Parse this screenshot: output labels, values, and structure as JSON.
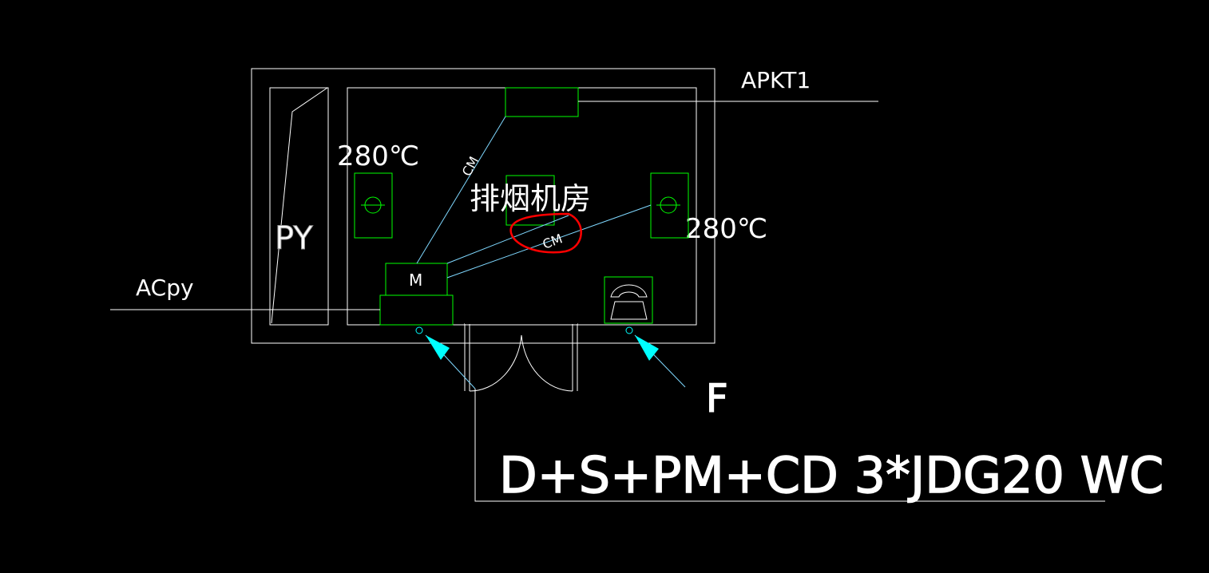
{
  "colors": {
    "background": "#000000",
    "wall": "#ffffff",
    "equipment": "#00ff00",
    "wire": "#7fd8ff",
    "arrow": "#00ffff",
    "markup": "#ff0000"
  },
  "labels": {
    "panel_apkt": "APKT1",
    "panel_acpy": "ACpy",
    "shaft": "PY",
    "room_name": "排烟机房",
    "temp_left": "280℃",
    "temp_right": "280℃",
    "motor": "M",
    "wire_cm_upper": "CM",
    "wire_cm_lower": "CM",
    "fan_label": "F",
    "cable_spec": "D+S+PM+CD 3*JDG20 WC"
  },
  "icons": {
    "fire_damper": "circle-cross-damper-icon",
    "phone": "telephone-icon",
    "motor_controller": "motor-box-icon",
    "sensor": "small-circle-sensor-icon",
    "arrow": "leader-arrow-icon"
  }
}
